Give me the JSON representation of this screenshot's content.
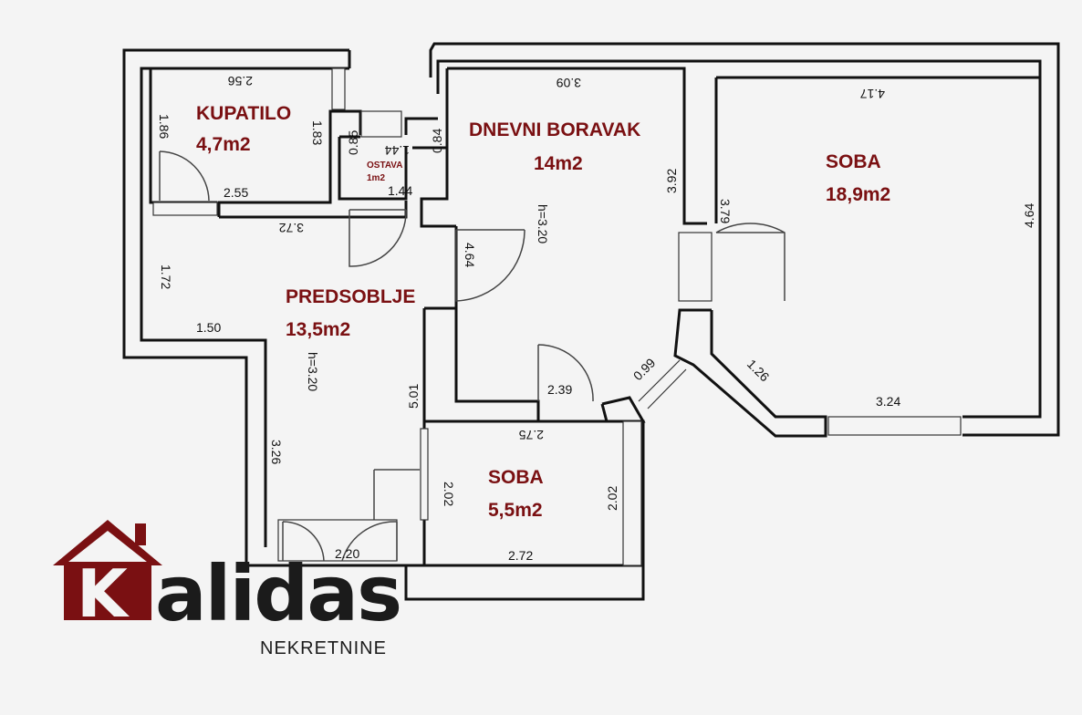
{
  "rooms": {
    "kupatilo": {
      "name": "KUPATILO",
      "area": "4,7m2"
    },
    "ostava": {
      "name": "OSTAVA",
      "area": "1m2"
    },
    "dnevni": {
      "name": "DNEVNI BORAVAK",
      "area": "14m2"
    },
    "soba_big": {
      "name": "SOBA",
      "area": "18,9m2"
    },
    "predsoblje": {
      "name": "PREDSOBLJE",
      "area": "13,5m2"
    },
    "soba_small": {
      "name": "SOBA",
      "area": "5,5m2"
    }
  },
  "dims": {
    "d_256": "2.56",
    "d_186": "1.86",
    "d_183": "1.83",
    "d_255": "2.55",
    "d_144a": "1.44",
    "d_144b": "1.44",
    "d_085": "0.85",
    "d_084": "0.84",
    "d_372": "3.72",
    "d_309": "3.09",
    "d_392": "3.92",
    "d_h320a": "h=3.20",
    "d_464a": "4.64",
    "d_417": "4.17",
    "d_379": "3.79",
    "d_464b": "4.64",
    "d_172": "1.72",
    "d_150": "1.50",
    "d_h320b": "h=3.20",
    "d_501": "5.01",
    "d_239": "2.39",
    "d_099": "0.99",
    "d_126": "1.26",
    "d_324": "3.24",
    "d_275": "2.75",
    "d_326": "3.26",
    "d_202a": "2.02",
    "d_202b": "2.02",
    "d_220": "2.20",
    "d_272": "2.72"
  },
  "logo": {
    "k": "K",
    "rest": "alidas",
    "sub": "NEKRETNINE",
    "color_dark": "#7a1012",
    "color_text": "#1b1b1b"
  }
}
